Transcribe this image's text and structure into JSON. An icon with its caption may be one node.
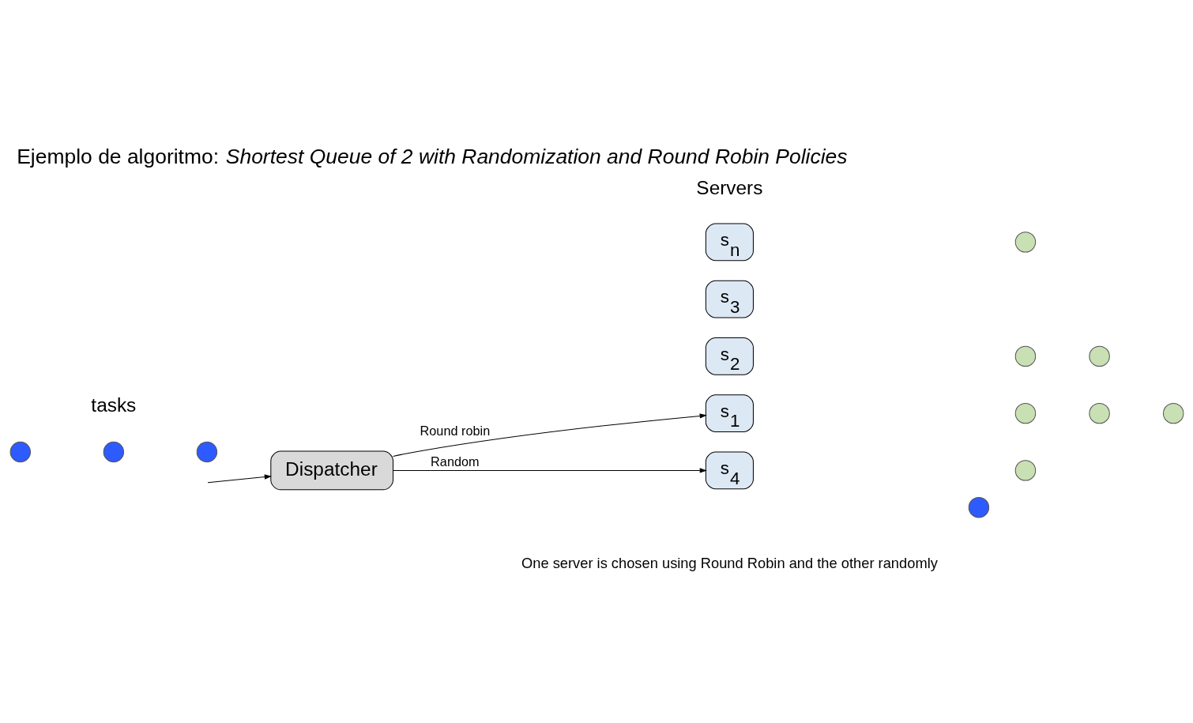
{
  "diagram": {
    "title": "Ejemplo de algoritmo: *Shortest Queue of 2 with Randomization and Round Robin Policies*",
    "nodes": [
      {
        "text": [
          "Dispatcher"
        ]
      },
      {
        "text": [
          "s$_{1}$"
        ]
      },
      {
        "text": [
          "s$_{2}$"
        ]
      },
      {
        "text": [
          "s$_{3}$"
        ]
      },
      {
        "text": [
          "s$_{4}$"
        ]
      },
      {
        "text": [
          "s$_{n}$"
        ]
      },
      {
        "text": [],
        "shape": "circle"
      },
      {
        "text": [],
        "shape": "circle"
      },
      {
        "text": [],
        "shape": "circle"
      },
      {
        "text": [],
        "shape": "circle"
      },
      {
        "text": [],
        "shape": "circle"
      },
      {
        "text": [],
        "shape": "circle"
      },
      {
        "text": [],
        "shape": "circle"
      },
      {
        "text": [],
        "shape": "circle"
      },
      {
        "text": [],
        "shape": "circle"
      },
      {
        "text": [],
        "shape": "circle"
      },
      {
        "text": [],
        "shape": "circle"
      }
    ],
    "edges": [
      {
        "from": null,
        "to": 0,
        "arrow": "to"
      },
      {
        "from": 0,
        "to": 1,
        "arrow": "to",
        "label": "Round robin"
      },
      {
        "from": 0,
        "to": 4,
        "arrow": "to",
        "label": "Random"
      }
    ],
    "labels": [
      "Servers",
      "tasks",
      "One server is chosen using Round Robin and the other randomly"
    ]
  }
}
